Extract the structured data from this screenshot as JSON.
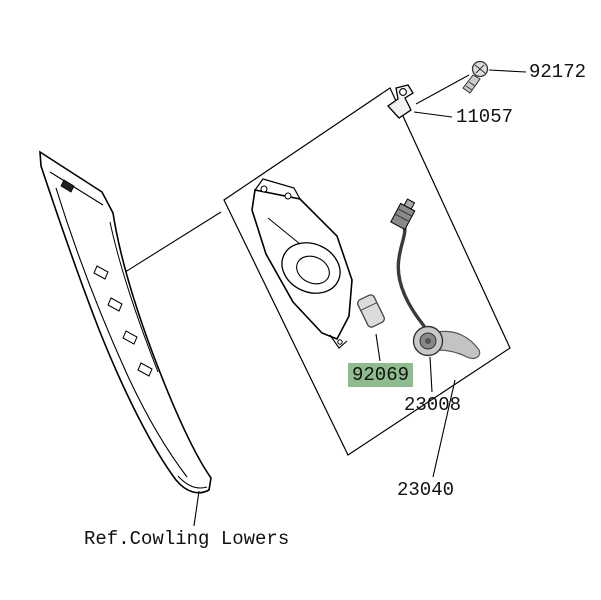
{
  "diagram": {
    "labels": {
      "screw": "92172",
      "bracket": "11057",
      "bulb": "92069",
      "socket": "23008",
      "assembly": "23040",
      "reference": "Ref.Cowling Lowers"
    },
    "colors": {
      "highlight": "#8fbc8f",
      "line": "#000000",
      "background": "#ffffff"
    }
  }
}
